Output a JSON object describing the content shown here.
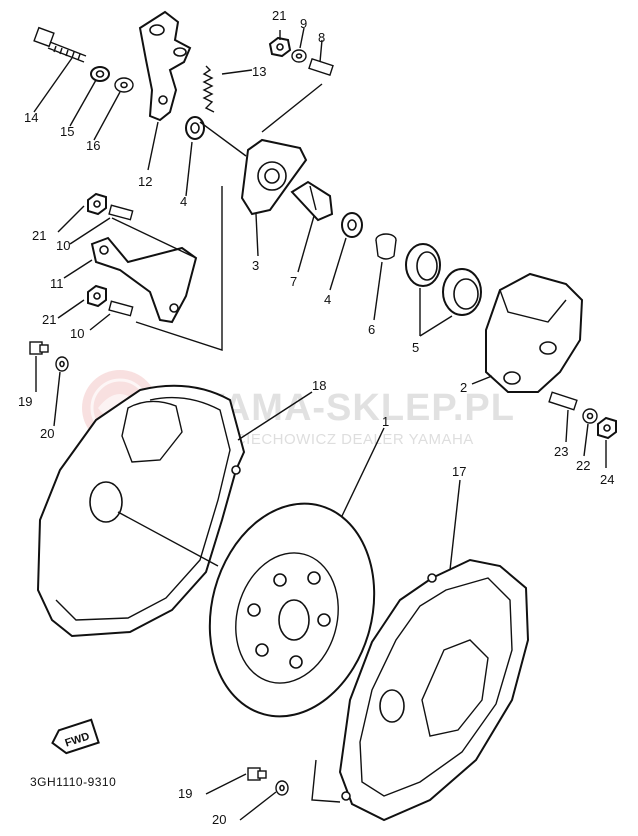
{
  "diagram": {
    "drawing_code": "3GH1110-9310",
    "fwd_label": "FWD",
    "watermark": {
      "main": "YAMA-SKLEP.PL",
      "sub": "WOJCIECHOWICZ  DEALER YAMAHA"
    },
    "part_labels": [
      {
        "id": "p21a",
        "text": "21"
      },
      {
        "id": "p9",
        "text": "9"
      },
      {
        "id": "p8",
        "text": "8"
      },
      {
        "id": "p13",
        "text": "13"
      },
      {
        "id": "p14",
        "text": "14"
      },
      {
        "id": "p15",
        "text": "15"
      },
      {
        "id": "p16",
        "text": "16"
      },
      {
        "id": "p12",
        "text": "12"
      },
      {
        "id": "p4a",
        "text": "4"
      },
      {
        "id": "p3",
        "text": "3"
      },
      {
        "id": "p7",
        "text": "7"
      },
      {
        "id": "p4b",
        "text": "4"
      },
      {
        "id": "p21b",
        "text": "21"
      },
      {
        "id": "p10a",
        "text": "10"
      },
      {
        "id": "p11",
        "text": "11"
      },
      {
        "id": "p21c",
        "text": "21"
      },
      {
        "id": "p10b",
        "text": "10"
      },
      {
        "id": "p6",
        "text": "6"
      },
      {
        "id": "p5",
        "text": "5"
      },
      {
        "id": "p2",
        "text": "2"
      },
      {
        "id": "p19a",
        "text": "19"
      },
      {
        "id": "p20a",
        "text": "20"
      },
      {
        "id": "p18",
        "text": "18"
      },
      {
        "id": "p1",
        "text": "1"
      },
      {
        "id": "p17",
        "text": "17"
      },
      {
        "id": "p23",
        "text": "23"
      },
      {
        "id": "p22",
        "text": "22"
      },
      {
        "id": "p24",
        "text": "24"
      },
      {
        "id": "p19b",
        "text": "19"
      },
      {
        "id": "p20b",
        "text": "20"
      }
    ]
  }
}
